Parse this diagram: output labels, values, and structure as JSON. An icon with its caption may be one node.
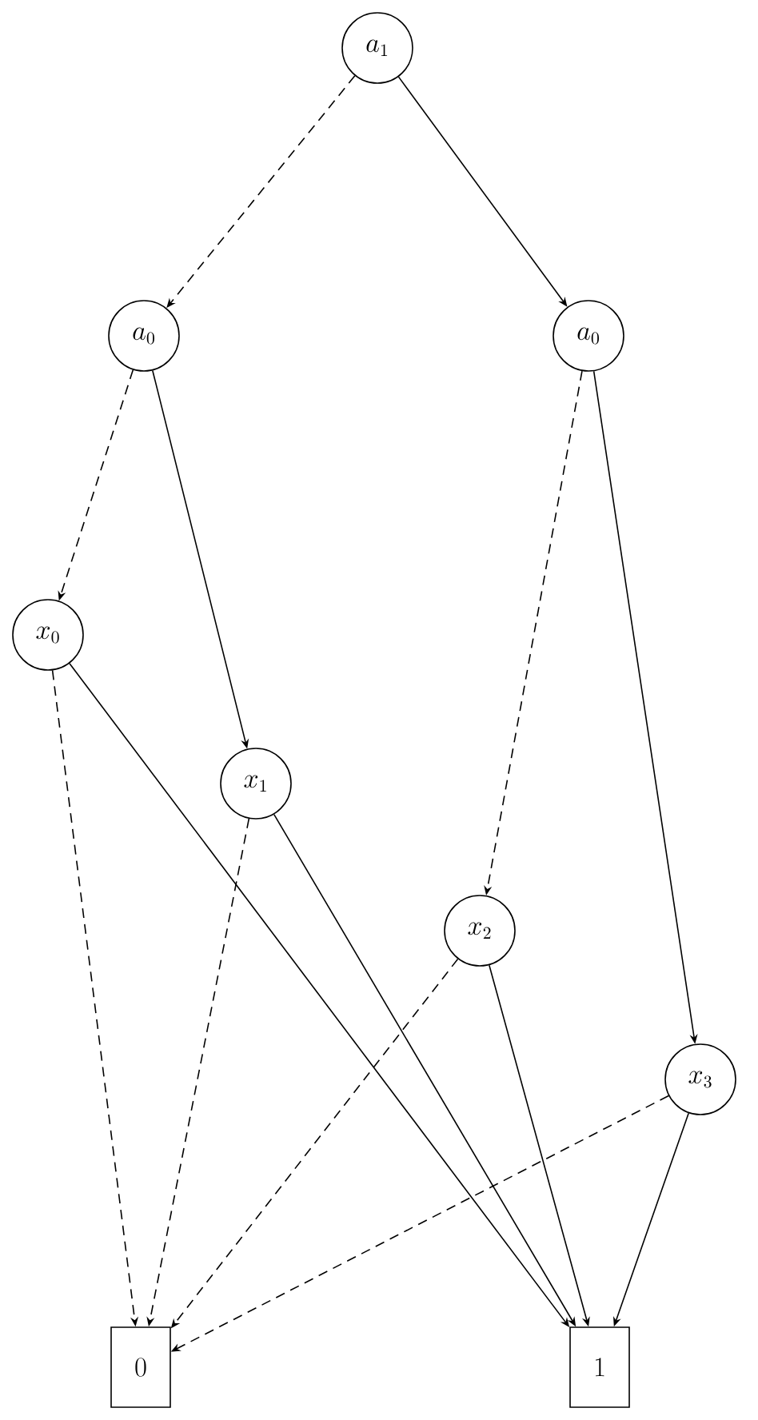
{
  "diagram": {
    "nodes": [
      {
        "text": [
          "a_1"
        ]
      },
      {
        "text": [
          "a_0"
        ]
      },
      {
        "text": [
          "a_0"
        ]
      },
      {
        "text": [
          "x_0"
        ]
      },
      {
        "text": [
          "x_1"
        ]
      },
      {
        "text": [
          "x_2"
        ]
      },
      {
        "text": [
          "x_3"
        ]
      },
      {
        "text": [
          "0"
        ]
      },
      {
        "text": [
          "1"
        ]
      }
    ],
    "edges": [
      {
        "from": 0,
        "to": 1,
        "arrow": "to",
        "style": "dashed"
      },
      {
        "from": 0,
        "to": 2,
        "arrow": "to"
      },
      {
        "from": 1,
        "to": 3,
        "arrow": "to",
        "style": "dashed"
      },
      {
        "from": 1,
        "to": 4,
        "arrow": "to"
      },
      {
        "from": 2,
        "to": 5,
        "arrow": "to",
        "style": "dashed"
      },
      {
        "from": 2,
        "to": 6,
        "arrow": "to"
      },
      {
        "from": 3,
        "to": 7,
        "arrow": "to",
        "style": "dashed"
      },
      {
        "from": 3,
        "to": 8,
        "arrow": "to"
      },
      {
        "from": 4,
        "to": 7,
        "arrow": "to",
        "style": "dashed"
      },
      {
        "from": 4,
        "to": 8,
        "arrow": "to"
      },
      {
        "from": 5,
        "to": 7,
        "arrow": "to",
        "style": "dashed"
      },
      {
        "from": 5,
        "to": 8,
        "arrow": "to"
      },
      {
        "from": 6,
        "to": 7,
        "arrow": "to",
        "style": "dashed"
      },
      {
        "from": 6,
        "to": 8,
        "arrow": "to"
      }
    ]
  }
}
